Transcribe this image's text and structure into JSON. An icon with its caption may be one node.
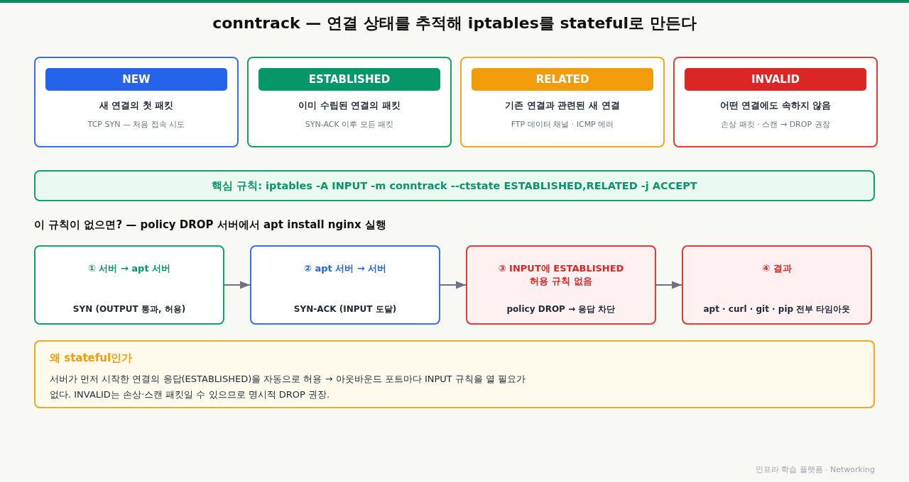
{
  "diagram": {
    "title": "conntrack — 연결 상태를 추적해 iptables를 stateful로 만든다",
    "nodes": [
      {
        "text": [
          "NEW",
          "새 연결의 첫 패킷",
          "TCP SYN — 처음 접속 시도"
        ]
      },
      {
        "text": [
          "ESTABLISHED",
          "이미 수립된 연결의 패킷",
          "SYN-ACK 이후 모든 패킷"
        ]
      },
      {
        "text": [
          "RELATED",
          "기존 연결과 관련된 새 연결",
          "FTP 데이터 채널 · ICMP 에러"
        ]
      },
      {
        "text": [
          "INVALID",
          "어떤 연결에도 속하지 않음",
          "손상 패킷 · 스캔 → DROP 권장"
        ]
      },
      {
        "text": [
          "핵심 규칙: iptables -A INPUT -m conntrack --ctstate ESTABLISHED,RELATED -j ACCEPT"
        ]
      },
      {
        "text": [
          "① 서버 → apt 서버",
          "SYN (OUTPUT 통과, 허용)"
        ]
      },
      {
        "text": [
          "② apt 서버 → 서버",
          "SYN-ACK (INPUT 도달)"
        ]
      },
      {
        "text": [
          "③ INPUT에 ESTABLISHED 허용 규칙 없음",
          "policy DROP → 응답 차단"
        ]
      },
      {
        "text": [
          "④ 결과",
          "apt · curl · git · pip 전부 타임아웃"
        ]
      },
      {
        "text": [
          "왜 stateful인가",
          "서버가 먼저 시작한 연결의 응답(ESTABLISHED)을 자동으로 허용 → 아웃바운드 포트마다 INPUT 규칙을 열 필요가 없다. INVALID는 손상·스캔 패킷일 수 있으므로 명시적 DROP 권장."
        ]
      }
    ],
    "edges": [
      {
        "from": 5,
        "to": 6,
        "arrow": "to"
      },
      {
        "from": 6,
        "to": 7,
        "arrow": "to"
      },
      {
        "from": 7,
        "to": 8,
        "arrow": "to"
      }
    ],
    "labels": [
      "이 규칙이 없으면? — policy DROP 서버에서 apt install nginx 실행",
      "인프라 학습 플랫폼 · Networking"
    ]
  }
}
